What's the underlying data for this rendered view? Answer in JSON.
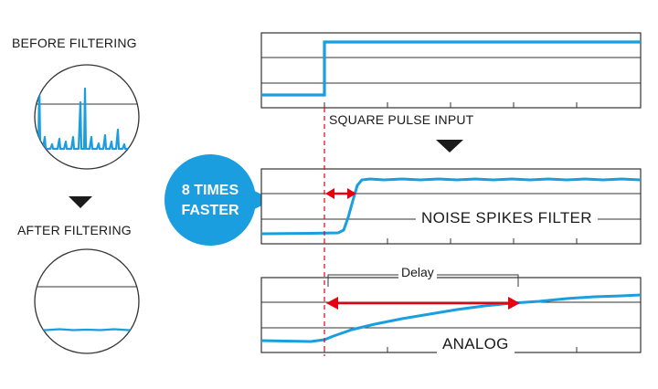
{
  "left_panel": {
    "before_label": "BEFORE FILTERING",
    "after_label": "AFTER FILTERING"
  },
  "badge": {
    "line1": "8 TIMES",
    "line2": "FASTER"
  },
  "graphs": {
    "square_pulse_label": "SQUARE PULSE INPUT",
    "noise_filter_label": "NOISE SPIKES FILTER",
    "analog_label": "ANALOG",
    "delay_label": "Delay"
  },
  "colors": {
    "signal": "#1a9ee0",
    "badge": "#1a9ee0",
    "arrow": "#e60012",
    "dashed_line": "#e60012",
    "grid": "#333333"
  }
}
